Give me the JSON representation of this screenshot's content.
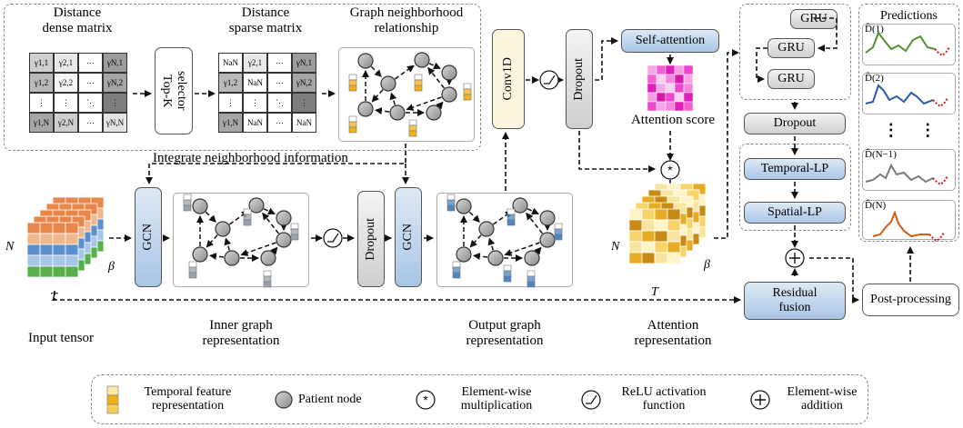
{
  "matrices": {
    "dense_title": "Distance\ndense matrix",
    "sparse_title": "Distance\nsparse matrix",
    "dense_cells": [
      [
        "γ1,1",
        "γ2,1",
        "⋯",
        "γN,1"
      ],
      [
        "γ1,2",
        "γ2,2",
        "⋯",
        "γN,2"
      ],
      [
        "⋮",
        "⋮",
        "⋱",
        "⋮"
      ],
      [
        "γ1,N",
        "γ2,N",
        "⋯",
        "γN,N"
      ]
    ],
    "sparse_cells": [
      [
        "NaN",
        "γ2,1",
        "⋯",
        "γN,1"
      ],
      [
        "γ1,2",
        "NaN",
        "⋯",
        "γN,2"
      ],
      [
        "⋮",
        "⋮",
        "⋱",
        "⋮"
      ],
      [
        "γ1,N",
        "NaN",
        "⋯",
        "NaN"
      ]
    ]
  },
  "topk": "Top-K\nselector",
  "graph_rel_title": "Graph neighborhood\nrelationship",
  "integrate_label": "Integrate neighborhood information",
  "conv1d": "Conv1D",
  "dropout": "Dropout",
  "self_attention": "Self-attention",
  "attention_score": "Attention score",
  "gcn": "GCN",
  "gru": "GRU",
  "temporal_lp": "Temporal-LP",
  "spatial_lp": "Spatial-LP",
  "residual_fusion": "Residual\nfusion",
  "post_processing": "Post-processing",
  "predictions": {
    "title": "Predictions",
    "items": [
      "D̂(1)",
      "D̂(2)",
      "D̂(N−1)",
      "D̂(N)"
    ],
    "dots": "⋮     ⋮"
  },
  "axis": {
    "n": "N",
    "t": "T",
    "beta": "β"
  },
  "captions": {
    "input": "Input tensor",
    "inner": "Inner graph\nrepresentation",
    "output": "Output graph\nrepresentation",
    "attention": "Attention\nrepresentation"
  },
  "legend": {
    "temporal": "Temporal feature\nrepresentation",
    "patient": "Patient node",
    "multiply": "Element-wise\nmultiplication",
    "relu": "ReLU activation\nfunction",
    "add": "Element-wise\naddition"
  },
  "colors": {
    "arrow": "#111111",
    "node": "#9a9a9a",
    "gcn": "#a9c6e6",
    "feature": "#f0b21a",
    "green_curve": "#4f8f2c",
    "blue_curve": "#2a5aa8",
    "gray_curve": "#7a7a7a",
    "orange_curve": "#c9611b",
    "red_dots": "#d01818"
  }
}
